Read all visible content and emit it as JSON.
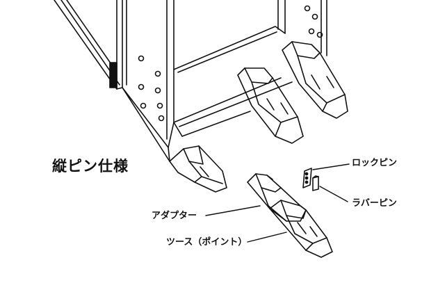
{
  "diagram": {
    "title": "縦ピン仕様",
    "labels": {
      "lock_pin": "ロックピン",
      "rubber_pin": "ラバーピン",
      "adapter": "アダプター",
      "tooth": "ツース（ポイント）"
    },
    "colors": {
      "ink": "#111111",
      "paper": "#ffffff"
    }
  }
}
